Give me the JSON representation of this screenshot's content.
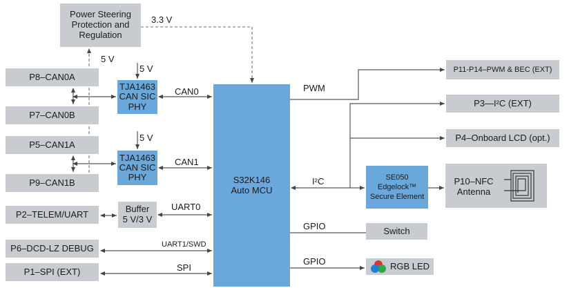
{
  "diagram": {
    "colors": {
      "block_grey": "#c8ccd1",
      "block_blue": "#6aa8dc",
      "wire": "#555555",
      "power_wire_dashed": "#888888"
    },
    "power": {
      "regulator": [
        "Power Steering",
        "Protection and",
        "Regulation"
      ],
      "out_3v3": "3.3 V",
      "in_5v": "5 V"
    },
    "mcu": {
      "line1": "S32K146",
      "line2": "Auto MCU"
    },
    "can": {
      "phy0": {
        "lines": [
          "TJA1463",
          "CAN SIC",
          "PHY"
        ],
        "supply": "5 V",
        "bus": "CAN0"
      },
      "phy1": {
        "lines": [
          "TJA1463",
          "CAN SIC",
          "PHY"
        ],
        "supply": "5 V",
        "bus": "CAN1"
      },
      "connectors": [
        "P8–CAN0A",
        "P7–CAN0B",
        "P5–CAN1A",
        "P9–CAN1B"
      ]
    },
    "uart": {
      "connector": "P2–TELEM/UART",
      "buffer": [
        "Buffer",
        "5 V/3 V"
      ],
      "bus": "UART0"
    },
    "debug": {
      "connector": "P6–DCD-LZ DEBUG",
      "bus": "UART1/SWD"
    },
    "spi": {
      "connector": "P1–SPI (EXT)",
      "bus": "SPI"
    },
    "right": {
      "pwm_label": "PWM",
      "pwm_target": "P11-P14–PWM & BEC (EXT)",
      "i2c_ext": "P3—I²C (EXT)",
      "lcd": "P4–Onboard LCD (opt.)",
      "i2c_label": "I²C",
      "secure_element": [
        "SE050",
        "Edgelock™",
        "Secure Element"
      ],
      "nfc": [
        "P10–NFC",
        "Antenna"
      ],
      "gpio1_label": "GPIO",
      "switch": "Switch",
      "gpio2_label": "GPIO",
      "rgb_led": "RGB LED"
    }
  }
}
